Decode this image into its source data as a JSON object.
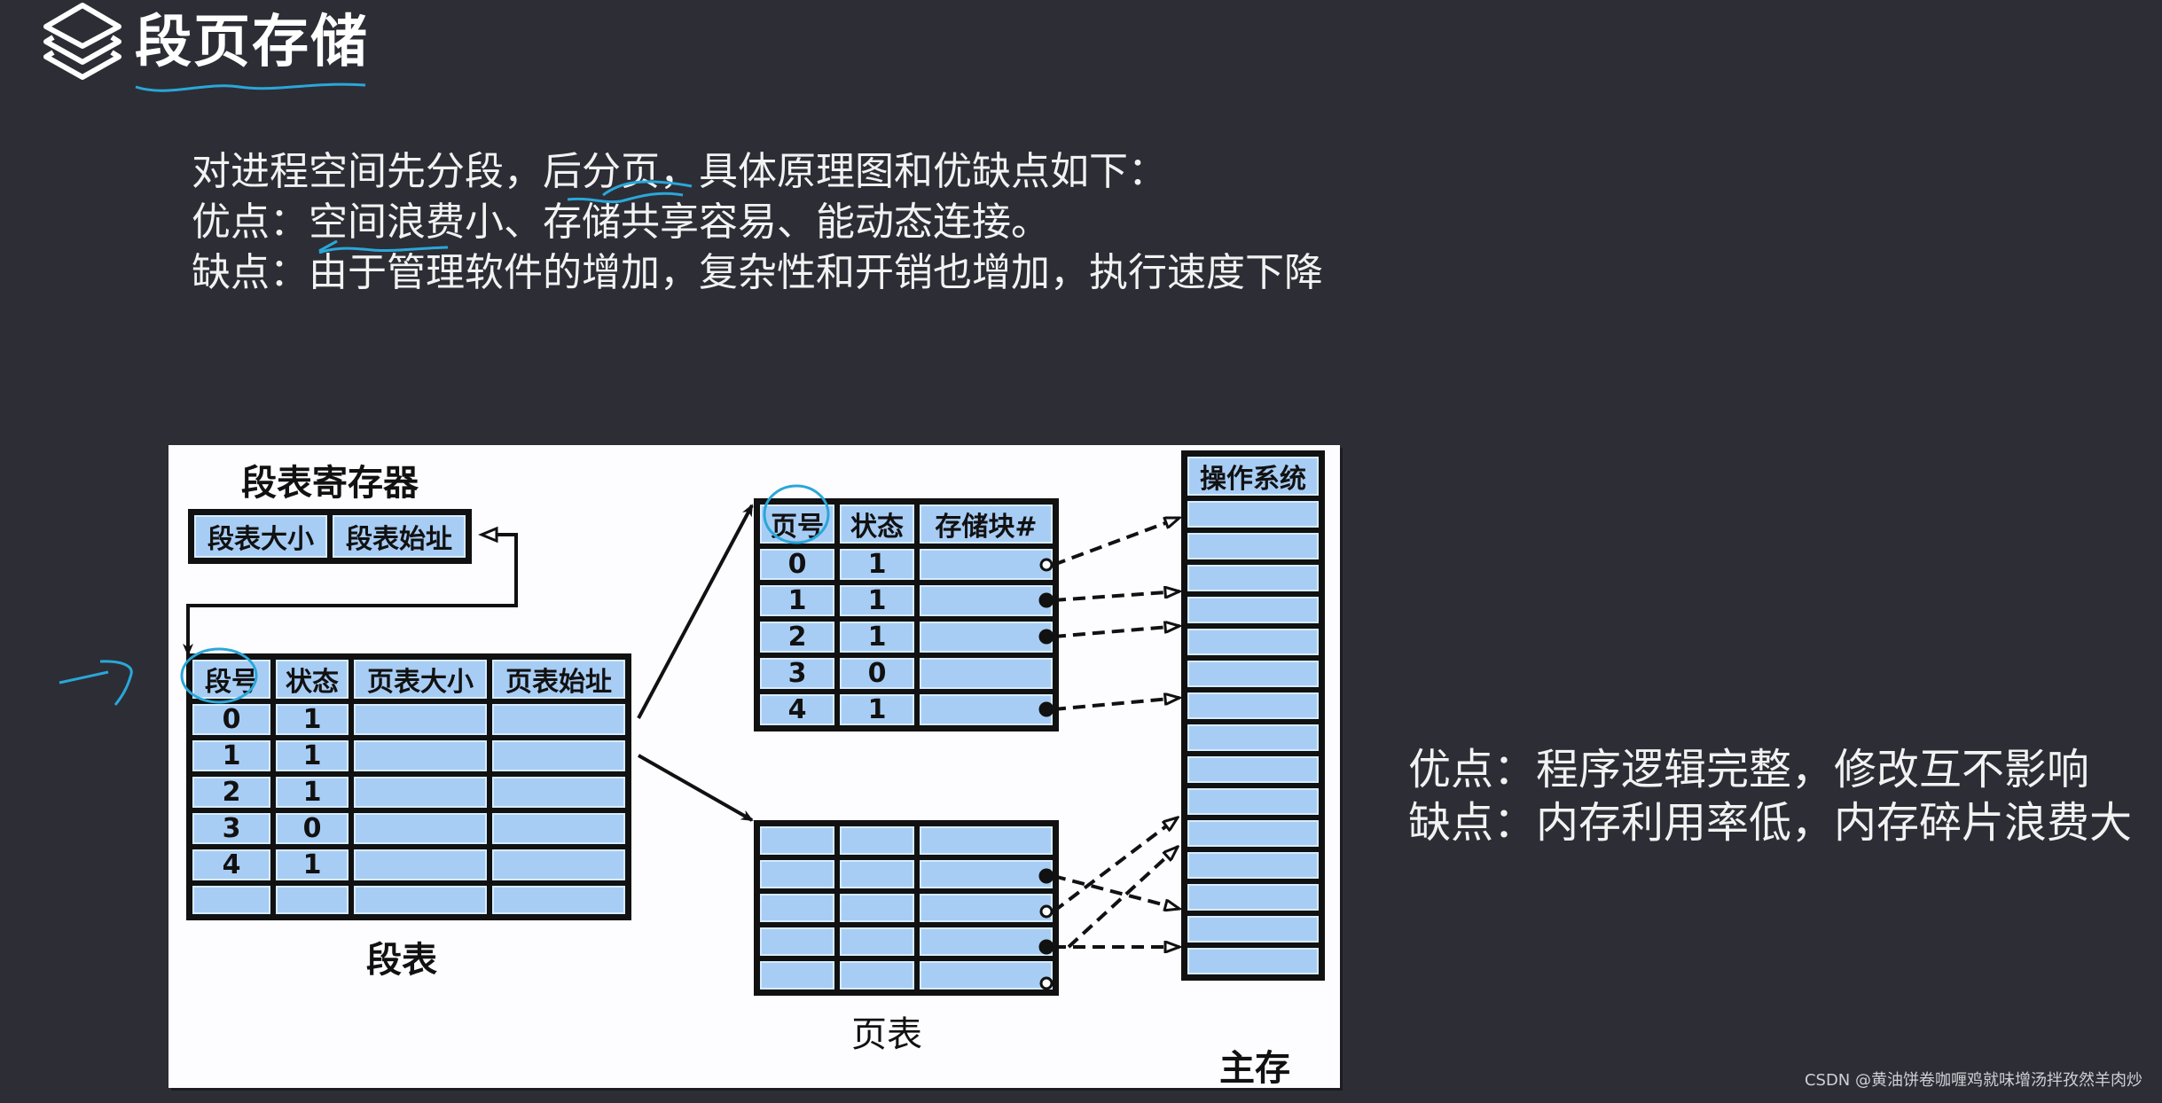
{
  "slide": {
    "title": "段页存储",
    "title_icon": "layers-icon",
    "intro_lines": [
      "对进程空间先分段，后分页，具体原理图和优缺点如下：",
      "优点：空间浪费小、存储共享容易、能动态连接。",
      "缺点：由于管理软件的增加，复杂性和开销也增加，执行速度下降"
    ],
    "side_lines": [
      "优点：程序逻辑完整，修改互不影响",
      "缺点：内存利用率低，内存碎片浪费大"
    ],
    "credit": "CSDN @黄油饼卷咖喱鸡就味增汤拌孜然羊肉炒"
  },
  "diagram": {
    "segment_register": {
      "label": "段表寄存器",
      "cells": [
        "段表大小",
        "段表始址"
      ]
    },
    "segment_table": {
      "label": "段表",
      "headers": [
        "段号",
        "状态",
        "页表大小",
        "页表始址"
      ],
      "rows": [
        [
          "0",
          "1",
          "",
          ""
        ],
        [
          "1",
          "1",
          "",
          ""
        ],
        [
          "2",
          "1",
          "",
          ""
        ],
        [
          "3",
          "0",
          "",
          ""
        ],
        [
          "4",
          "1",
          "",
          ""
        ],
        [
          "",
          "",
          "",
          ""
        ]
      ]
    },
    "page_table_1": {
      "headers": [
        "页号",
        "状态",
        "存储块#"
      ],
      "rows": [
        [
          "0",
          "1",
          ""
        ],
        [
          "1",
          "1",
          ""
        ],
        [
          "2",
          "1",
          ""
        ],
        [
          "3",
          "0",
          ""
        ],
        [
          "4",
          "1",
          ""
        ]
      ]
    },
    "page_table_2": {
      "label": "页表",
      "rows": [
        [
          "",
          "",
          ""
        ],
        [
          "",
          "",
          ""
        ],
        [
          "",
          "",
          ""
        ],
        [
          "",
          "",
          ""
        ],
        [
          "",
          "",
          ""
        ]
      ]
    },
    "main_memory": {
      "label": "主存",
      "header": "操作系统",
      "block_count": 15
    }
  },
  "colors": {
    "background": "#2d2d36",
    "cell_fill": "#a8cdf5",
    "annotation": "#2aa7d8",
    "panel": "#fdfcfe"
  }
}
